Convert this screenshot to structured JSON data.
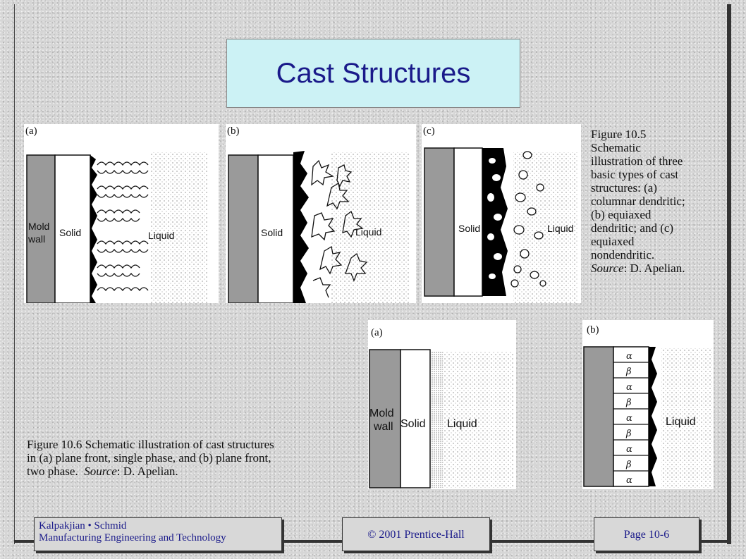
{
  "title": "Cast Structures",
  "figure_10_5": {
    "panels": [
      "(a)",
      "(b)",
      "(c)"
    ],
    "labels": {
      "mold_wall_line1": "Mold",
      "mold_wall_line2": "wall",
      "solid": "Solid",
      "liquid": "Liquid"
    },
    "caption_title": "Figure 10.5",
    "caption_lines": [
      "Schematic",
      "illustration of three",
      "basic types of cast",
      "structures: (a)",
      "columnar dendritic;",
      "(b) equiaxed",
      "dendritic; and (c)",
      "equiaxed",
      "nondendritic."
    ],
    "source_label": "Source",
    "source_text": ": D. Apelian."
  },
  "figure_10_6": {
    "panels": [
      "(a)",
      "(b)"
    ],
    "labels": {
      "mold_wall_line1": "Mold",
      "mold_wall_line2": "wall",
      "solid": "Solid",
      "liquid": "Liquid"
    },
    "phases": [
      "α",
      "β",
      "α",
      "β",
      "α",
      "β",
      "α",
      "β",
      "α"
    ],
    "caption_line1": "Figure 10.6  Schematic illustration of cast structures",
    "caption_line2": "in (a) plane front, single phase, and (b) plane front,",
    "caption_line3_pre": "two phase.  ",
    "source_label": "Source",
    "source_text": ": D. Apelian."
  },
  "footer": {
    "authors": "Kalpakjian • Schmid",
    "book": "Manufacturing Engineering and Technology",
    "copyright": "© 2001 Prentice-Hall",
    "page": "Page 10-6"
  }
}
